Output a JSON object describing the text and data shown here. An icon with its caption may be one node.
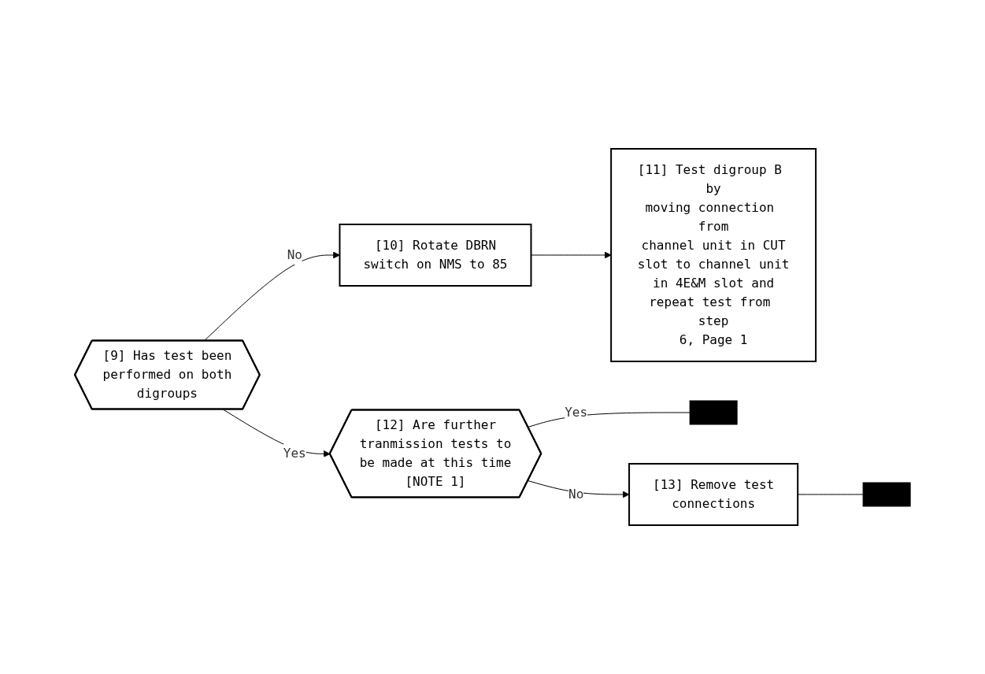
{
  "diagram": {
    "nodes": [
      {
        "text": [
          "[9] Has test been performed on both digroups"
        ]
      },
      {
        "text": [
          "[10] Rotate DBRN switch on NMS to 85"
        ]
      },
      {
        "text": [
          "[11] Test digroup B by moving connection from channel unit in CUT slot to channel unit in 4E&M slot and repeat test from step 6, Page 1"
        ]
      },
      {
        "text": [
          "[12] Are further tranmission tests to be made at this time [NOTE 1]"
        ]
      },
      {
        "text": [],
        "shape": "bar"
      },
      {
        "text": [
          "[13] Remove test connections"
        ]
      },
      {
        "text": [],
        "shape": "bar"
      }
    ],
    "edges": [
      {
        "from": 0,
        "to": 1,
        "arrow": "to",
        "label": "No"
      },
      {
        "from": 1,
        "to": 2,
        "arrow": "to"
      },
      {
        "from": 0,
        "to": 3,
        "arrow": "to",
        "label": "Yes"
      },
      {
        "from": 3,
        "to": 4,
        "arrow": "none",
        "label": "Yes"
      },
      {
        "from": 3,
        "to": 5,
        "arrow": "to",
        "label": "No"
      },
      {
        "from": 5,
        "to": 6,
        "arrow": "none"
      }
    ]
  }
}
